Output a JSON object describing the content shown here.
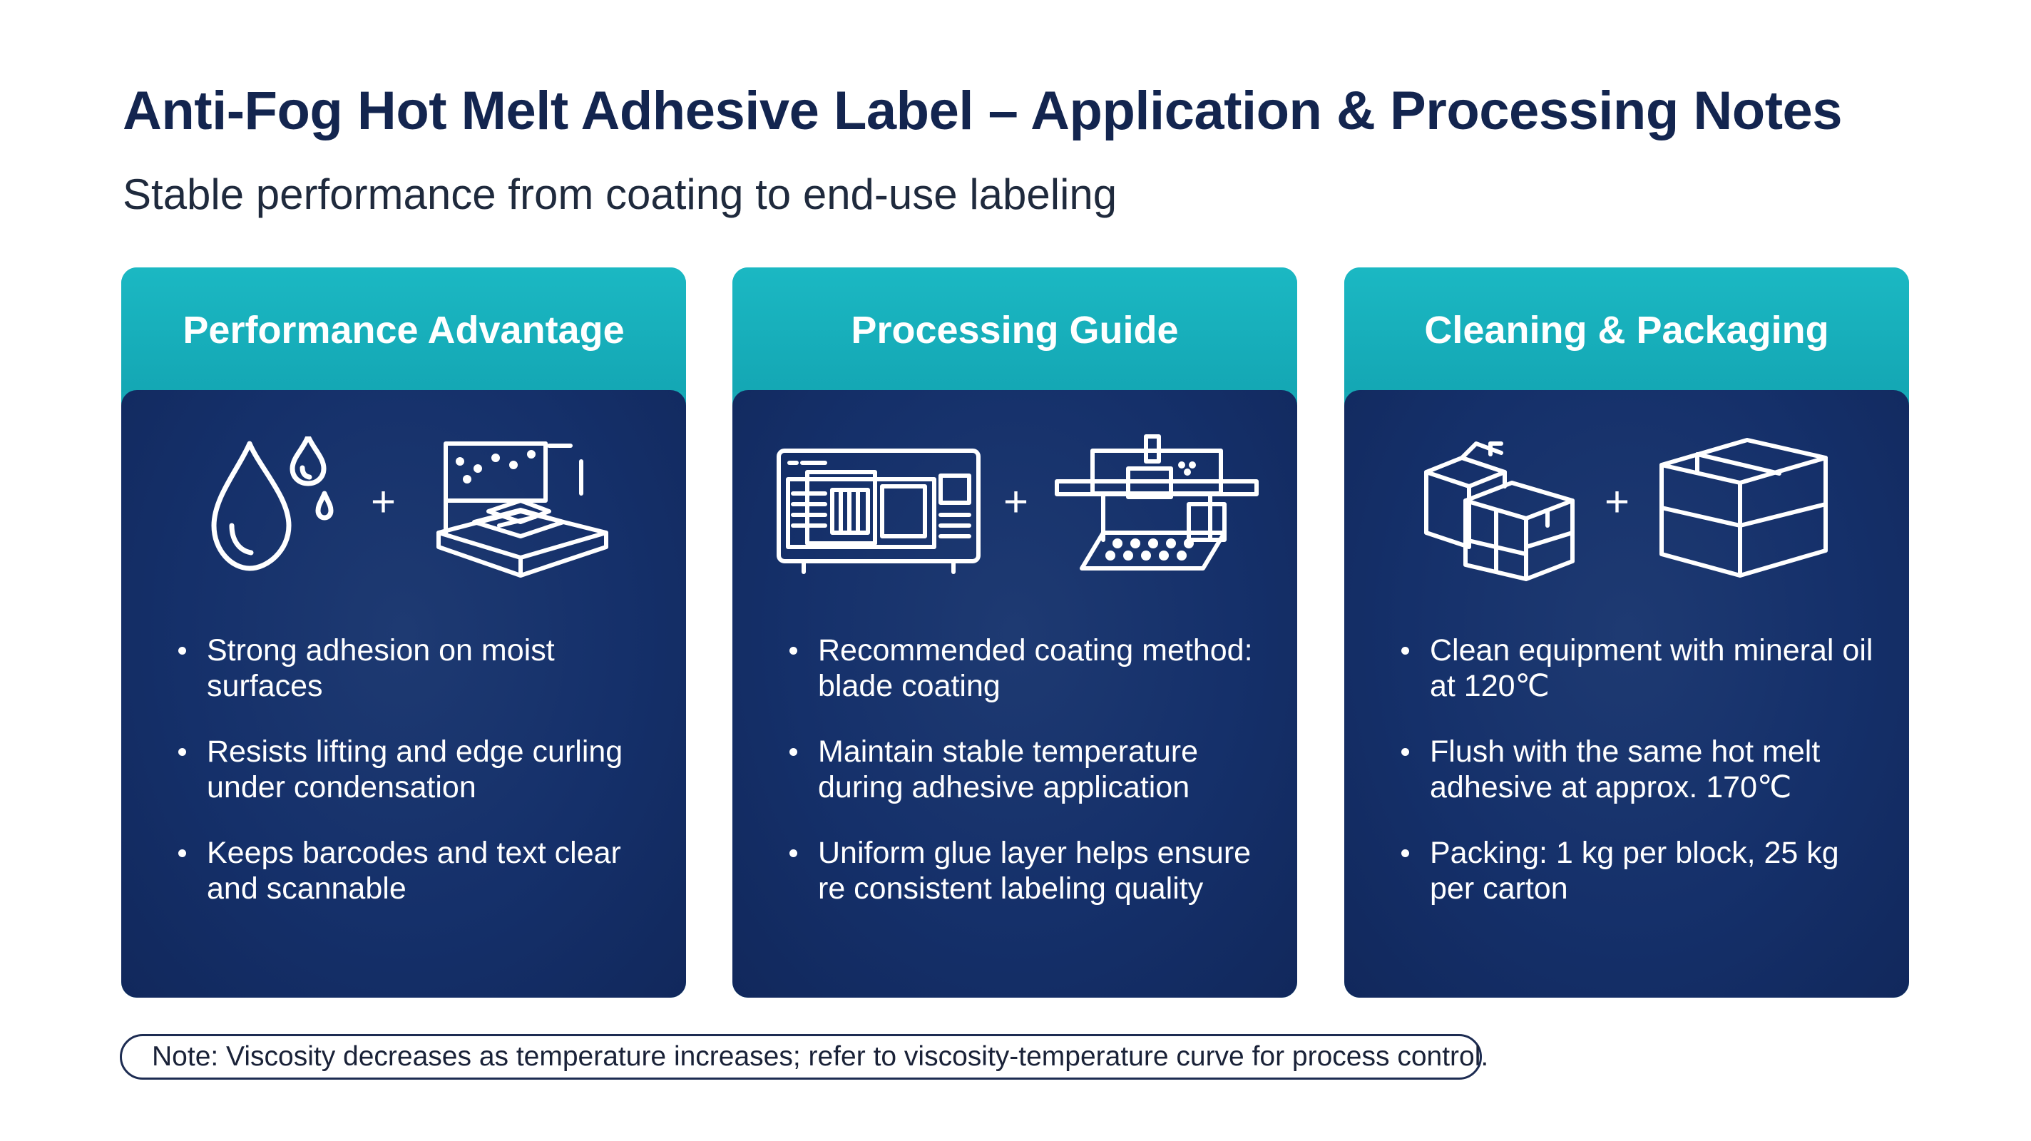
{
  "header": {
    "title": "Anti-Fog Hot Melt Adhesive Label – Application & Processing Notes",
    "subtitle": "Stable performance from coating to end-use labeling"
  },
  "cards": [
    {
      "title": "Performance Advantage",
      "icons": [
        "water-drops-icon",
        "plus-icon",
        "label-stack-icon"
      ],
      "plus": "+",
      "bullets": [
        "Strong adhesion on moist surfaces",
        "Resists lifting and edge curling under condensation",
        "Keeps barcodes and text clear and scannable"
      ]
    },
    {
      "title": "Processing Guide",
      "icons": [
        "control-panel-icon",
        "plus-icon",
        "coating-machine-icon"
      ],
      "plus": "+",
      "bullets": [
        "Recommended coating method: blade coating",
        "Maintain stable temperature during adhesive application",
        "Uniform glue layer helps ensure re consistent labeling quality"
      ]
    },
    {
      "title": "Cleaning & Packaging",
      "icons": [
        "stacked-boxes-icon",
        "plus-icon",
        "carton-box-icon"
      ],
      "plus": "+",
      "bullets": [
        "Clean equipment with mineral oil at 120℃",
        "Flush with the same hot melt adhesive at approx. 170℃",
        "Packing: 1 kg per block, 25 kg per carton"
      ]
    }
  ],
  "note": "Note: Viscosity decreases as temperature increases; refer to viscosity-temperature curve for process control.",
  "colors": {
    "title": "#13254f",
    "card_header": "#16a9b6",
    "card_body": "#15306a",
    "text_on_card": "#ffffff"
  }
}
